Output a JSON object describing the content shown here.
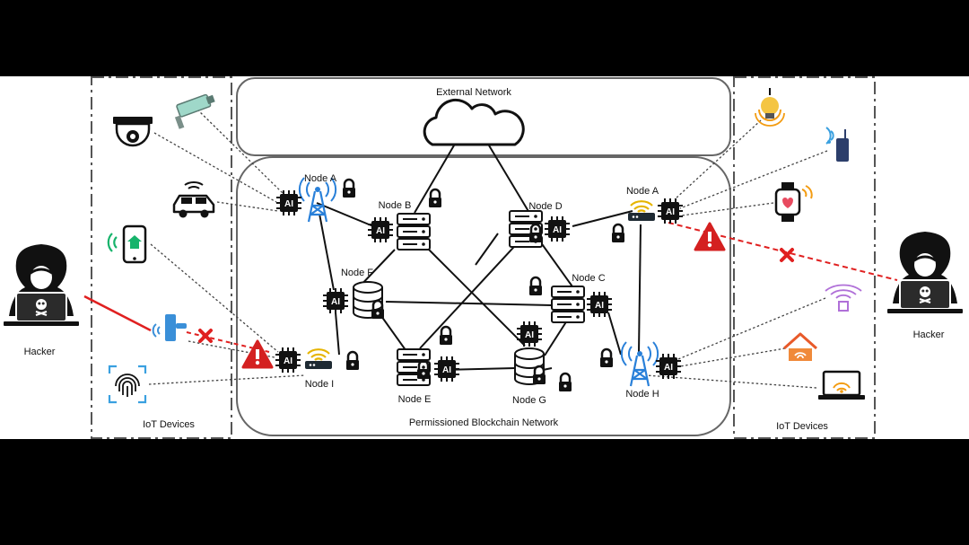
{
  "labels": {
    "external_network": "External Network",
    "blockchain_network": "Permissioned Blockchain Network",
    "iot_left": "IoT Devices",
    "iot_right": "IoT Devices",
    "hacker_left": "Hacker",
    "hacker_right": "Hacker"
  },
  "nodes": {
    "a_left": "Node A",
    "a_right": "Node A",
    "b": "Node B",
    "c": "Node C",
    "d": "Node D",
    "e": "Node E",
    "f": "Node F",
    "g": "Node G",
    "h": "Node H",
    "i": "Node I"
  },
  "chip_text": "AI",
  "colors": {
    "attack_line": "#e02020",
    "warning": "#d42020",
    "wifi_green": "#16b36b",
    "wifi_blue": "#2e86de",
    "wifi_orange": "#f39c12",
    "wifi_purple": "#b070d8"
  }
}
